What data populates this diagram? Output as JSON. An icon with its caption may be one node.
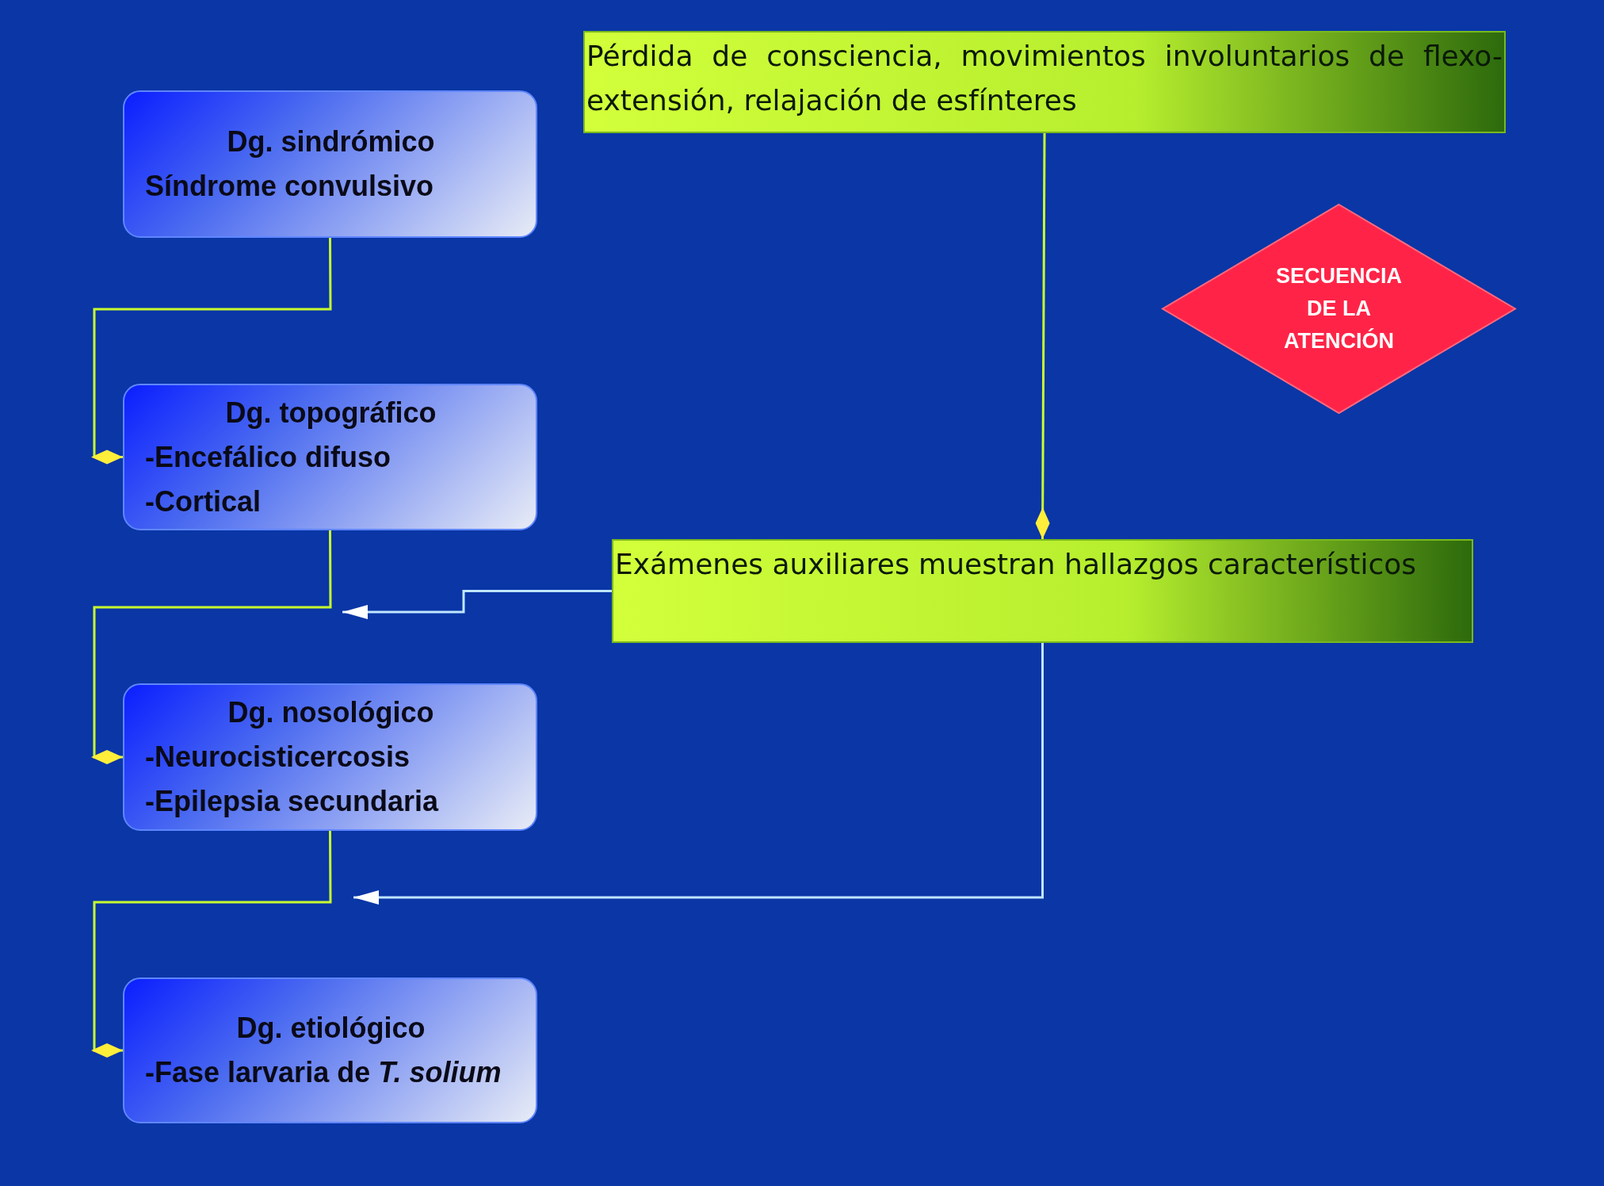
{
  "diagram": {
    "nodes": [
      {
        "text": [
          "Dg. sindrómico",
          "Síndrome convulsivo"
        ]
      },
      {
        "text": [
          "Dg. topográfico",
          "-Encefálico difuso",
          "-Cortical"
        ]
      },
      {
        "text": [
          "Dg. nosológico",
          "-Neurocisticercosis",
          "-Epilepsia secundaria"
        ]
      },
      {
        "text": [
          "Dg. etiológico",
          "-Fase larvaria de *T. solium*"
        ]
      },
      {
        "text": [
          "Pérdida de consciencia, movimientos involuntarios de flexo-extensión, relajación de esfínteres"
        ]
      },
      {
        "text": [
          "SECUENCIA DE LA ATENCIÓN"
        ]
      },
      {
        "text": [
          "Exámenes auxiliares muestran hallazgos característicos"
        ]
      }
    ],
    "edges": [
      {
        "from": 0,
        "to": 1,
        "arrow": "other"
      },
      {
        "from": 1,
        "to": 2,
        "arrow": "other"
      },
      {
        "from": 2,
        "to": 3,
        "arrow": "other"
      },
      {
        "from": 4,
        "to": 6,
        "arrow": "other"
      },
      {
        "from": 6,
        "to": null,
        "arrow": "to",
        "color": "#bfe6ff"
      },
      {
        "from": 6,
        "to": null,
        "arrow": "to",
        "color": "#bfe6ff"
      }
    ]
  }
}
